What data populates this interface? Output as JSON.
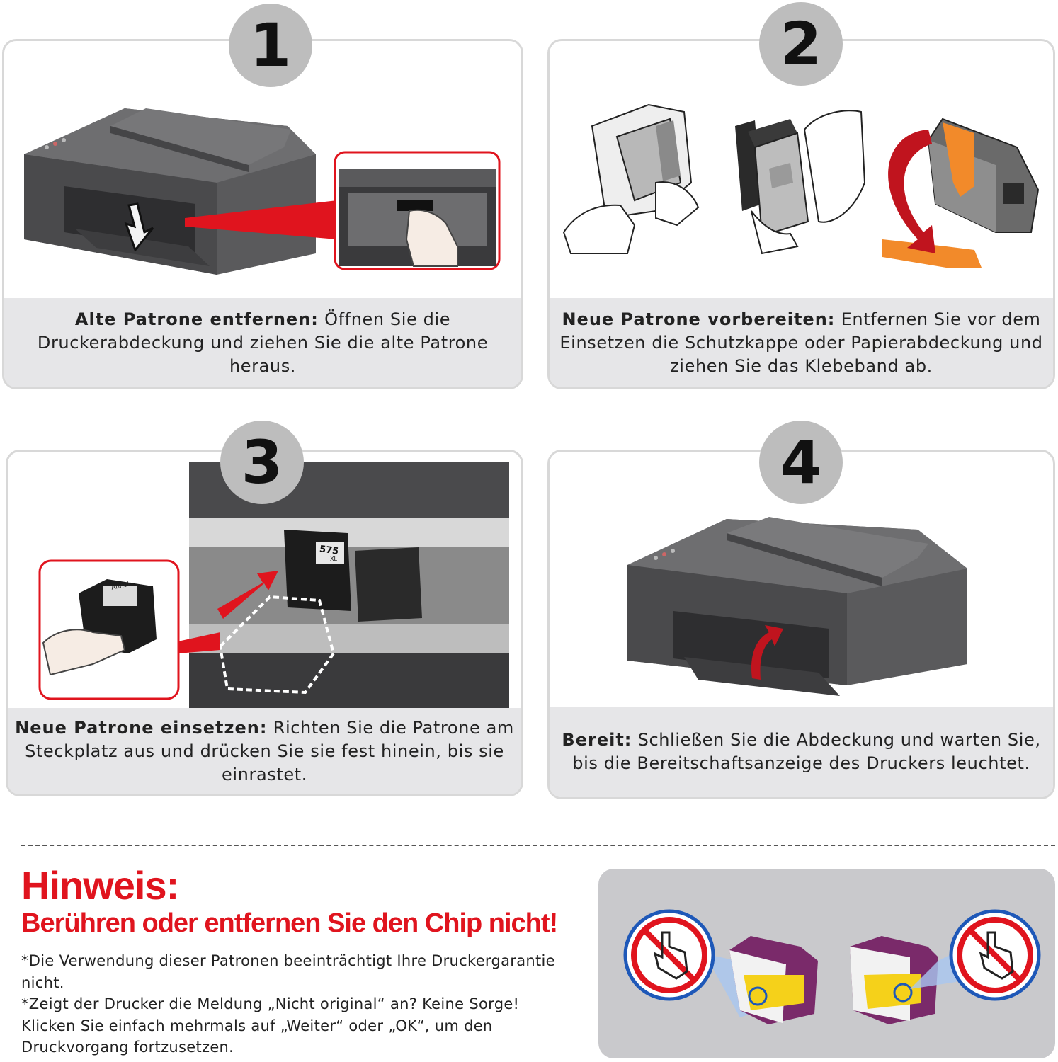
{
  "steps": [
    {
      "number": "1",
      "title": "Alte Patrone entfernen:",
      "text": " Öffnen Sie die Druckerabdeckung und ziehen Sie die alte Patrone heraus."
    },
    {
      "number": "2",
      "title": "Neue Patrone vorbereiten:",
      "text": " Entfernen Sie vor dem Einsetzen die Schutzkappe oder Papierabdeckung und ziehen Sie das Klebeband ab."
    },
    {
      "number": "3",
      "title": "Neue Patrone einsetzen:",
      "text": " Richten Sie die Patrone am Steckplatz aus und drücken Sie sie fest hinein, bis sie einrastet."
    },
    {
      "number": "4",
      "title": "Bereit:",
      "text": " Schließen Sie die Abdeckung und warten Sie, bis die Bereitschaftsanzeige des Druckers leuchtet."
    }
  ],
  "cartridge_label": {
    "brand": "Annuk",
    "model": "575",
    "type": "XL"
  },
  "note": {
    "title": "Hinweis:",
    "subtitle": "Berühren oder entfernen Sie den Chip nicht!",
    "line1": "*Die Verwendung dieser Patronen beeinträchtigt Ihre Druckergarantie nicht.",
    "line2": "*Zeigt der Drucker die Meldung „Nicht original“ an? Keine Sorge! Klicken Sie einfach mehrmals auf „Weiter“ oder „OK“, um den Druckvorgang fortzusetzen."
  },
  "colors": {
    "accent_red": "#e0141e",
    "caption_bg": "#e6e6e8",
    "badge_bg": "#bdbdbd",
    "printer_gray": "#505052"
  }
}
